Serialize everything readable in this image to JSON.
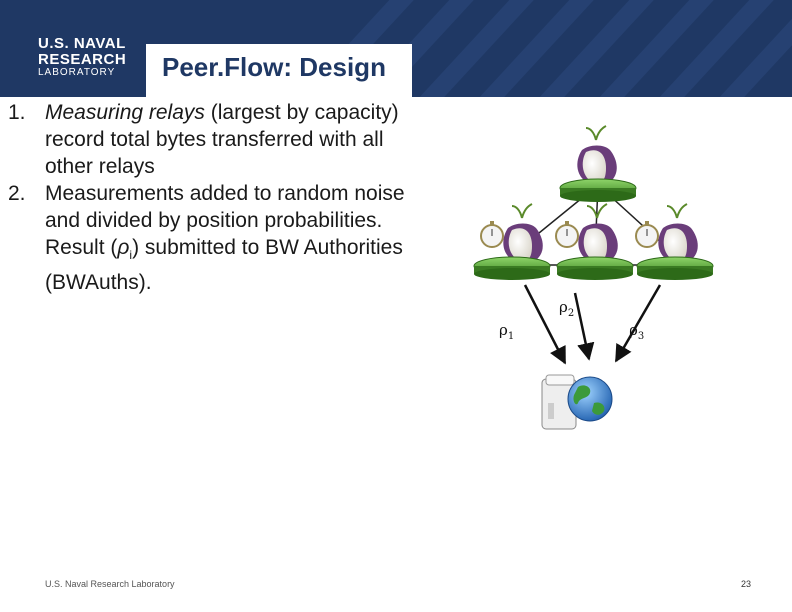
{
  "header": {
    "logo_line1": "U.S. NAVAL",
    "logo_line2": "RESEARCH",
    "logo_line3": "LABORATORY",
    "title": "Peer.Flow: Design"
  },
  "list": {
    "item1_num": "1.",
    "item1_italic": "Measuring relays",
    "item1_text": " (largest by capacity) record total bytes transferred with all other relays",
    "item2_num": "2.",
    "item2_text_a": "Measurements added to random noise and divided by position probabilities. Result (",
    "item2_rho": "ρ",
    "item2_sub": "i",
    "item2_text_b": ") submitted to BW Authorities (BWAuths)."
  },
  "diagram": {
    "rho": "ρ",
    "sub1": "1",
    "sub2": "2",
    "sub3": "3"
  },
  "footer": {
    "org": "U.S. Naval Research Laboratory",
    "page": "23"
  },
  "colors": {
    "header": "#1f3864",
    "router": "#4a9a2e",
    "onion": "#6a3d7a"
  }
}
